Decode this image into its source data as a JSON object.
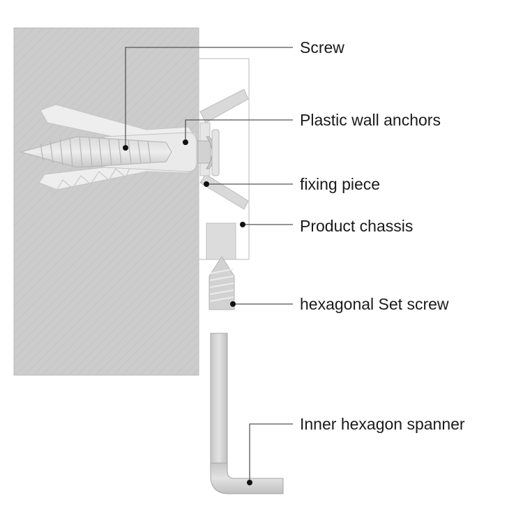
{
  "labels": {
    "screw": "Screw",
    "plastic_wall_anchors": "Plastic wall anchors",
    "fixing_piece": "fixing piece",
    "product_chassis": "Product chassis",
    "hexagonal_set_screw": "hexagonal Set screw",
    "inner_hexagon_spanner": "Inner hexagon spanner"
  },
  "colors": {
    "wall": "#cccccc",
    "wall_hatch": "#b8b8b8",
    "chassis": "#ffffff",
    "part_fill": "#e8e8e8",
    "part_stroke": "#b0b0b0",
    "spanner": "#d4d4d4",
    "leader": "#555555",
    "dot": "#111111",
    "text": "#1a1a1a"
  }
}
